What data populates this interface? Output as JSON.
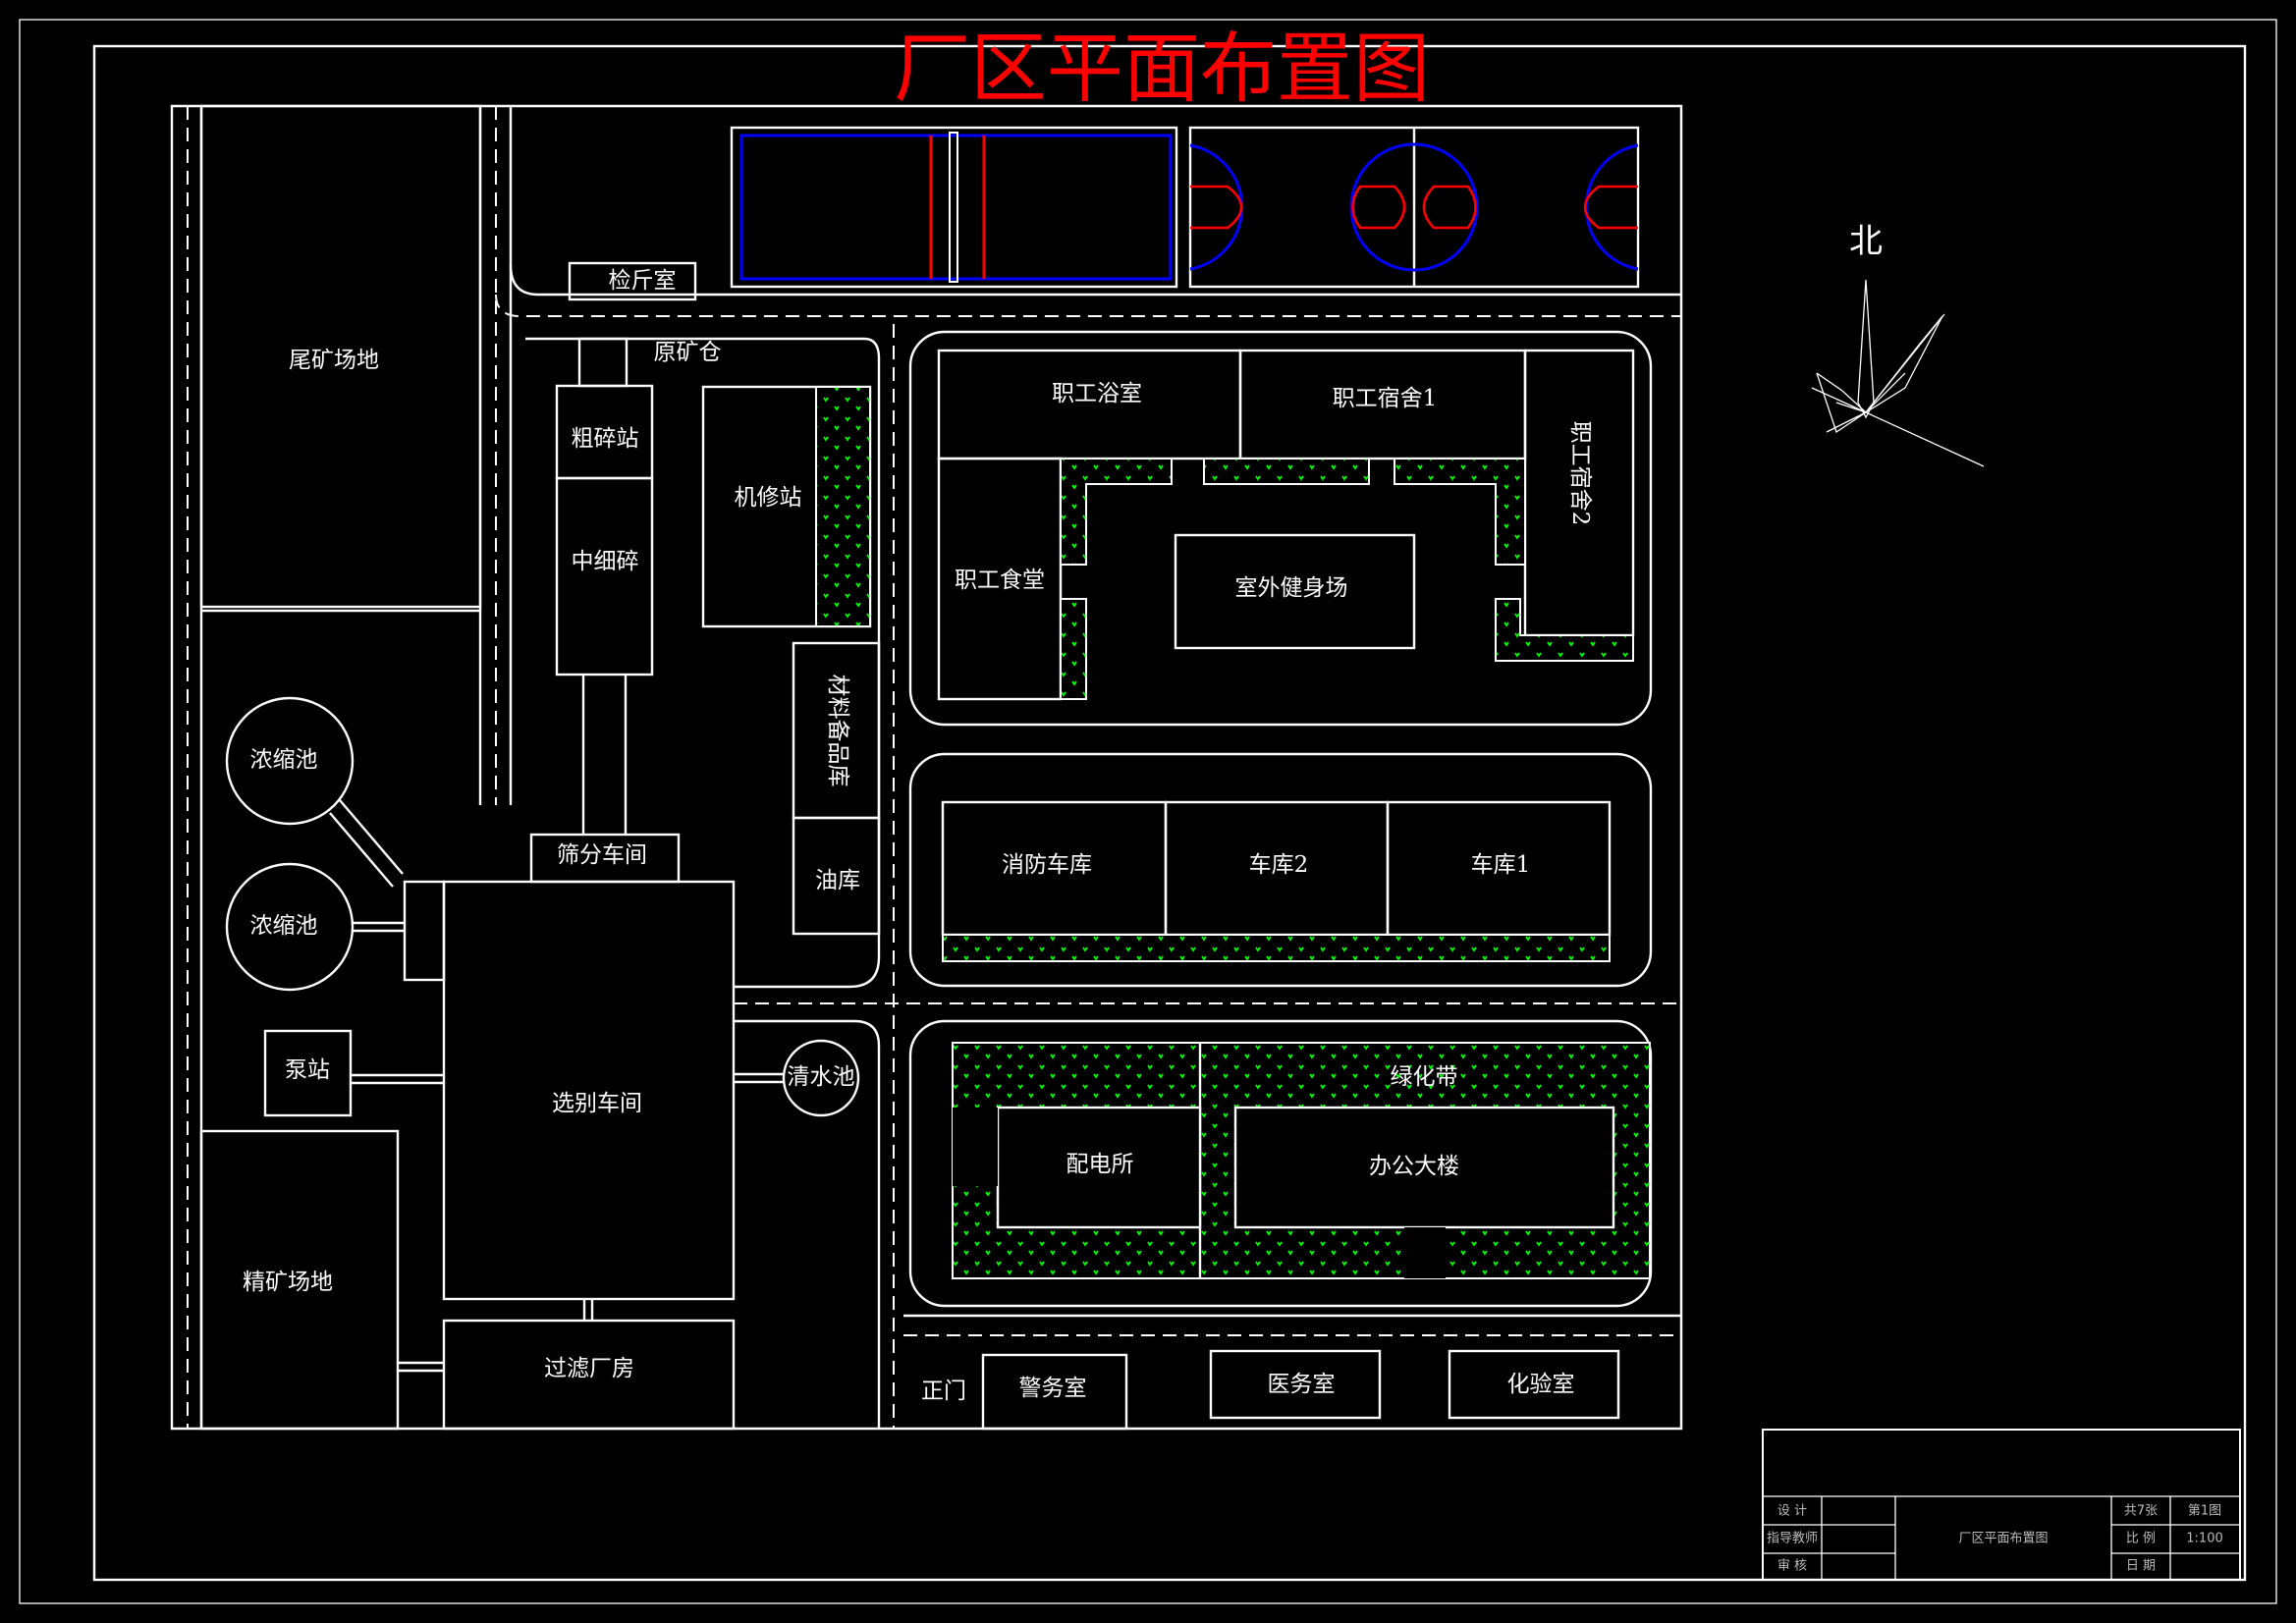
{
  "title": "厂区平面布置图",
  "north": "北",
  "colors": {
    "title": "#ff0000",
    "lines": "#ffffff",
    "green": "#00ff00",
    "court_blue": "#0000ff",
    "court_red": "#ff0000"
  },
  "labels": {
    "tailings_yard": "尾矿场地",
    "inspection_room": "检斤室",
    "raw_ore_bin": "原矿仓",
    "coarse_crushing": "粗碎站",
    "medium_fine_crushing": "中细碎",
    "repair_station": "机修站",
    "materials_storehouse": "材料备品库",
    "oil_depot": "油库",
    "thickener_1": "浓缩池",
    "thickener_2": "浓缩池",
    "screening_workshop": "筛分车间",
    "pump_station": "泵站",
    "concentrating_workshop": "选别车间",
    "clear_water_pool": "清水池",
    "concentrate_yard": "精矿场地",
    "filter_plant": "过滤厂房",
    "staff_bathroom": "职工浴室",
    "staff_dorm_1": "职工宿舍1",
    "staff_dorm_2": "职工宿舍2",
    "staff_canteen": "职工食堂",
    "outdoor_fitness": "室外健身场",
    "fire_garage": "消防车库",
    "garage_2": "车库2",
    "garage_1": "车库1",
    "green_belt": "绿化带",
    "power_distribution": "配电所",
    "office_building": "办公大楼",
    "main_gate": "正门",
    "guard_room": "警务室",
    "clinic": "医务室",
    "lab": "化验室"
  },
  "title_block": {
    "design": "设 计",
    "advisor": "指导教师",
    "review": "审 核",
    "drawing_name": "厂区平面布置图",
    "sheets_total": "共7张",
    "sheet_no": "第1图",
    "scale_label": "比 例",
    "scale_value": "1:100",
    "date_label": "日 期"
  }
}
